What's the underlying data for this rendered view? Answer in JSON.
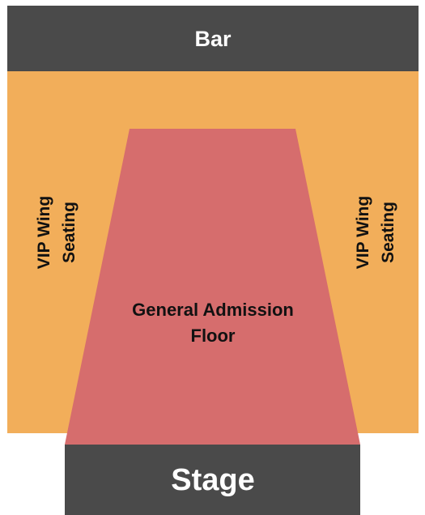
{
  "venue_map": {
    "bar": {
      "label": "Bar",
      "color": "#4a4a4a"
    },
    "vip_left": {
      "label_line1": "VIP Wing",
      "label_line2": "Seating",
      "color": "#f2ae5a"
    },
    "vip_right": {
      "label_line1": "VIP Wing",
      "label_line2": "Seating",
      "color": "#f2ae5a"
    },
    "ga_floor": {
      "label_line1": "General Admission",
      "label_line2": "Floor",
      "color": "#d66d6d"
    },
    "stage": {
      "label": "Stage",
      "color": "#4a4a4a"
    }
  }
}
